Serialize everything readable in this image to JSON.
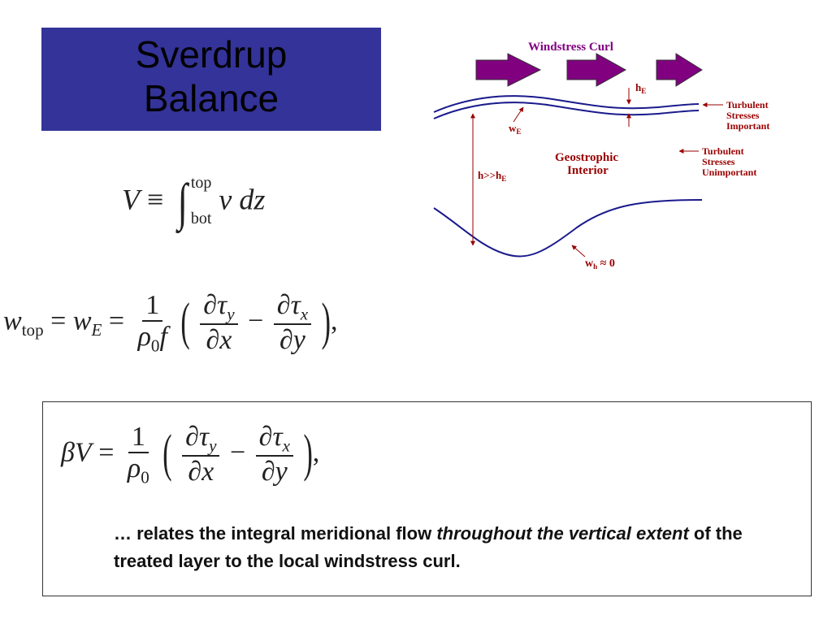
{
  "title": {
    "line1": "Sverdrup",
    "line2": "Balance"
  },
  "equation1": {
    "lhs": "V",
    "op": "≡",
    "upper": "top",
    "lower": "bot",
    "integrand": "v dz"
  },
  "equation2": {
    "w": "w",
    "top_sub": "top",
    "eq": "=",
    "E_sub": "E",
    "num": "1",
    "rho": "ρ",
    "zero": "0",
    "f": "f",
    "minus": "−",
    "comma": ","
  },
  "equation3": {
    "lhs": "βV",
    "eq": "=",
    "num": "1",
    "rho": "ρ",
    "zero": "0",
    "comma": ","
  },
  "partials": {
    "d": "∂",
    "tau": "τ",
    "y": "y",
    "x": "x"
  },
  "caption": {
    "part1": "… relates the integral meridional flow ",
    "italic": "throughout the vertical extent",
    "part2": " of the treated layer to the local windstress curl."
  },
  "diagram": {
    "title": "Windstress Curl",
    "hE_h": "h",
    "hE_sub": "E",
    "wE_w": "w",
    "wE_sub": "E",
    "interior_line1": "Geostrophic",
    "interior_line2": "Interior",
    "depth_label_main": "h>>h",
    "depth_label_sub": "E",
    "turb_important": [
      "Turbulent",
      "Stresses",
      "Important"
    ],
    "turb_unimportant": [
      "Turbulent",
      "Stresses",
      "Unimportant"
    ],
    "wh_w": "w",
    "wh_sub": "h",
    "wh_rest": " ≈ 0",
    "colors": {
      "arrow": "#800080",
      "line": "#1a1a8c",
      "annot": "#990000",
      "title": "#800080"
    }
  }
}
